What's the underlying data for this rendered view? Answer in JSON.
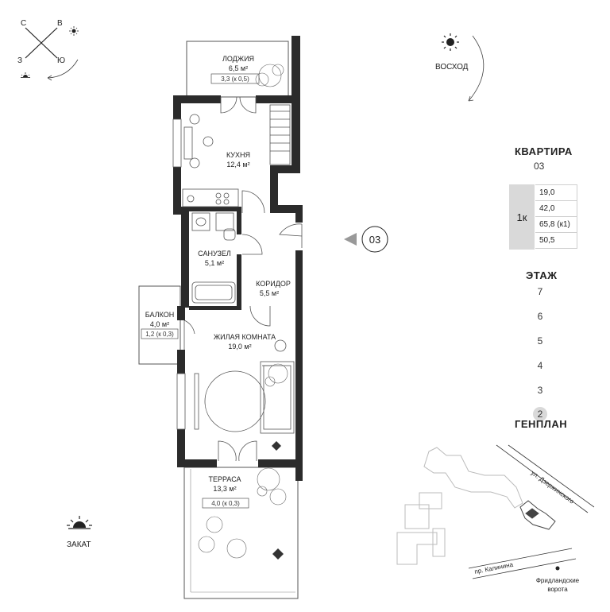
{
  "compass": {
    "n": "С",
    "e": "В",
    "w": "З",
    "s": "Ю"
  },
  "sunrise_label": "ВОСХОД",
  "sunset_label": "ЗАКАТ",
  "rooms": {
    "loggia": {
      "name": "ЛОДЖИЯ",
      "area": "6,5 м²",
      "coef": "3,3 (к 0,5)"
    },
    "kitchen": {
      "name": "КУХНЯ",
      "area": "12,4 м²"
    },
    "bathroom": {
      "name": "САНУЗЕЛ",
      "area": "5,1 м²"
    },
    "corridor": {
      "name": "КОРИДОР",
      "area": "5,5 м²"
    },
    "balcony": {
      "name": "БАЛКОН",
      "area": "4,0 м²",
      "coef": "1,2 (к 0,3)"
    },
    "living": {
      "name": "ЖИЛАЯ КОМНАТА",
      "area": "19,0 м²"
    },
    "terrace": {
      "name": "ТЕРРАСА",
      "area": "13,3 м²",
      "coef": "4,0 (к 0,3)"
    }
  },
  "entrance_marker": "03",
  "apartment": {
    "title": "КВАРТИРА",
    "number": "03",
    "type": "1к",
    "values": [
      "19,0",
      "42,0",
      "65,8 (к1)",
      "50,5"
    ]
  },
  "floors": {
    "title": "ЭТАЖ",
    "items": [
      "7",
      "6",
      "5",
      "4",
      "3",
      "2"
    ],
    "active": "2"
  },
  "genplan": {
    "title": "ГЕНПЛАН",
    "street1": "ул. Дзержинского",
    "street2": "пр. Калинина",
    "gate": [
      "Фридландские",
      "ворота"
    ]
  },
  "colors": {
    "wall": "#2b2b2b",
    "highlight": "#d9d9d9",
    "line": "#555555"
  }
}
